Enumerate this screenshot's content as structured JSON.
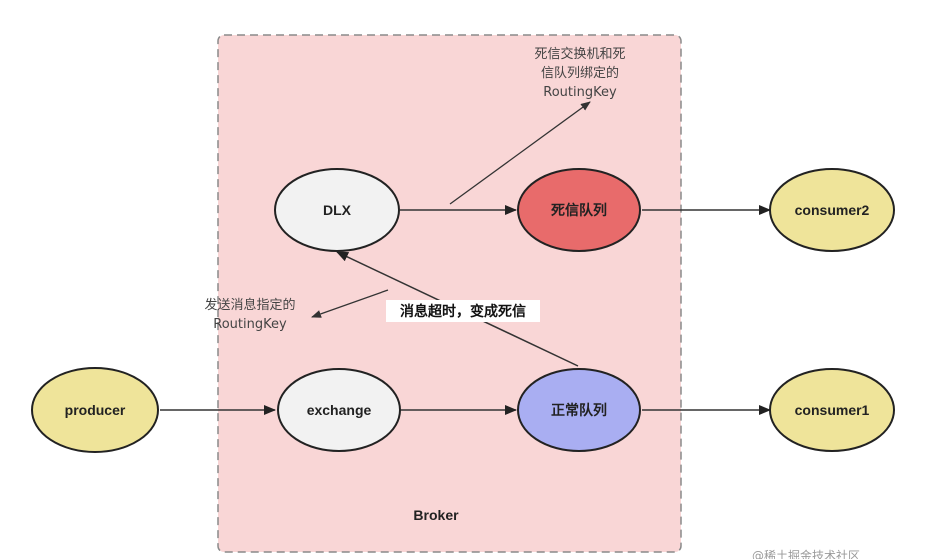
{
  "diagram": {
    "broker_label": "Broker",
    "nodes": {
      "producer": "producer",
      "exchange": "exchange",
      "dlx": "DLX",
      "dead_queue": "死信队列",
      "normal_queue": "正常队列",
      "consumer1": "consumer1",
      "consumer2": "consumer2"
    },
    "annotations": {
      "dlx_routing_key": [
        "死信交换机和死",
        "信队列绑定的",
        "RoutingKey"
      ],
      "send_routing_key": [
        "发送消息指定的",
        "RoutingKey"
      ],
      "timeout": "消息超时，变成死信"
    },
    "watermark": "@稀土掘金技术社区"
  },
  "colors": {
    "broker_fill": "#f9d6d6",
    "broker_border": "#8a8a8a",
    "consumer_fill": "#efe49a",
    "consumer_stroke": "#222222",
    "grey_fill": "#f2f2f2",
    "dead_queue_fill": "#e86b6b",
    "normal_queue_fill": "#a9aef2",
    "edge": "#333333"
  }
}
